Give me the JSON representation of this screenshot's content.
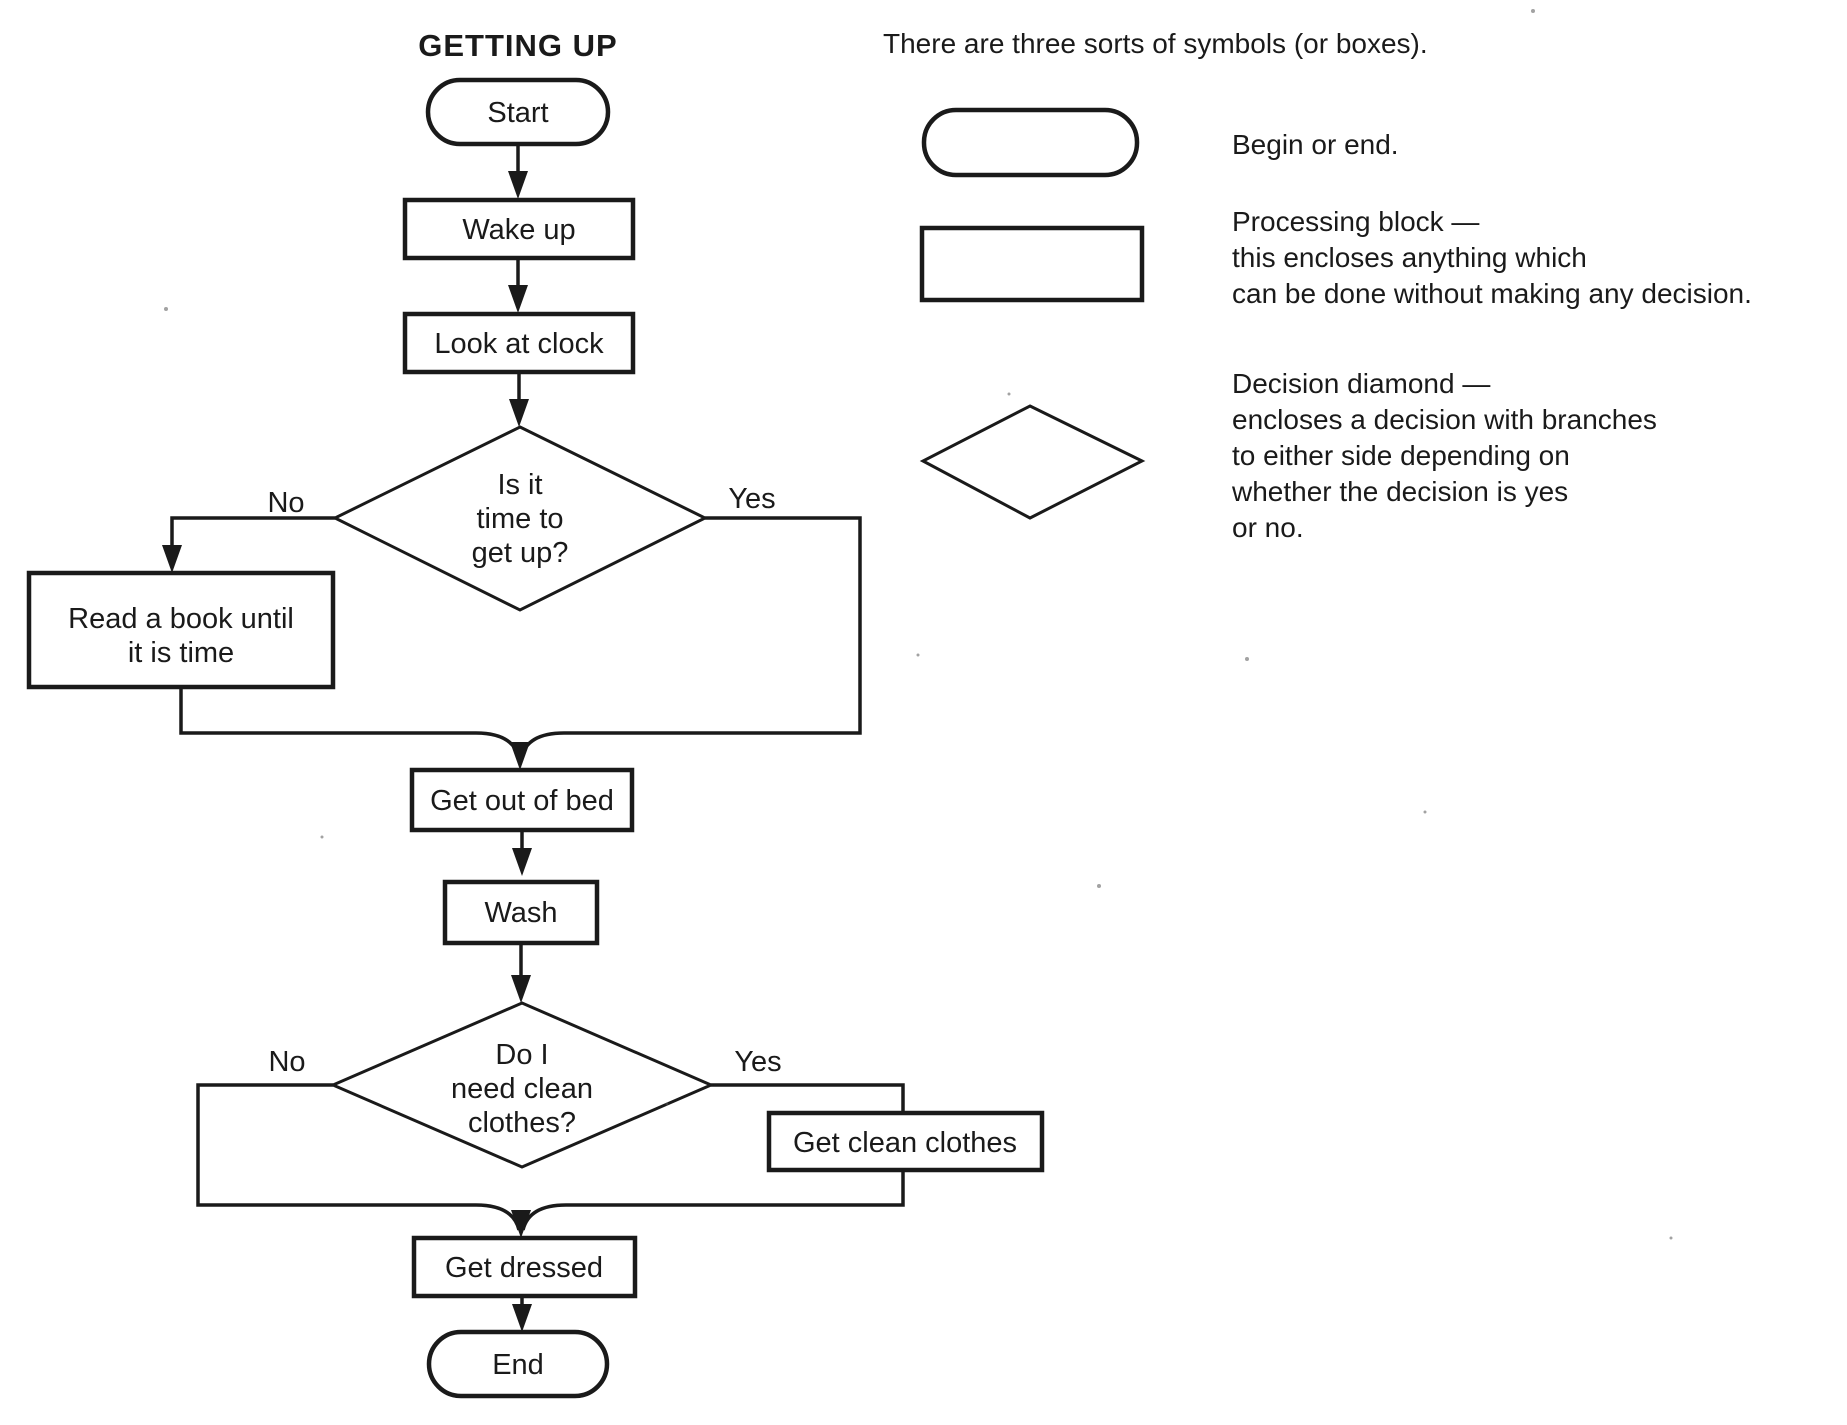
{
  "flowchart": {
    "title": "GETTING UP",
    "nodes": {
      "start": {
        "label": "Start"
      },
      "wake_up": {
        "label": "Wake up"
      },
      "look_at_clock": {
        "label": "Look at clock"
      },
      "is_it_time": {
        "lines": [
          "Is it",
          "time to",
          "get up?"
        ]
      },
      "read_a_book": {
        "lines": [
          "Read a book until",
          "it is time"
        ]
      },
      "get_out_of_bed": {
        "label": "Get out of bed"
      },
      "wash": {
        "label": "Wash"
      },
      "need_clean_clothes": {
        "lines": [
          "Do I",
          "need clean",
          "clothes?"
        ]
      },
      "get_clean_clothes": {
        "label": "Get clean clothes"
      },
      "get_dressed": {
        "label": "Get dressed"
      },
      "end": {
        "label": "End"
      }
    },
    "branch_labels": {
      "time_no": "No",
      "time_yes": "Yes",
      "clothes_no": "No",
      "clothes_yes": "Yes"
    }
  },
  "legend": {
    "header": "There are three sorts of symbols (or boxes).",
    "begin_end": {
      "lines": [
        "Begin or end."
      ]
    },
    "processing": {
      "lines": [
        "Processing block —",
        "this encloses anything which",
        "can be done without making any decision."
      ]
    },
    "decision": {
      "lines": [
        "Decision diamond —",
        "encloses a decision with branches",
        "to either side depending on",
        "whether the decision is yes",
        "or no."
      ]
    }
  },
  "colors": {
    "ink": "#1a1a1a",
    "paper": "#ffffff"
  }
}
